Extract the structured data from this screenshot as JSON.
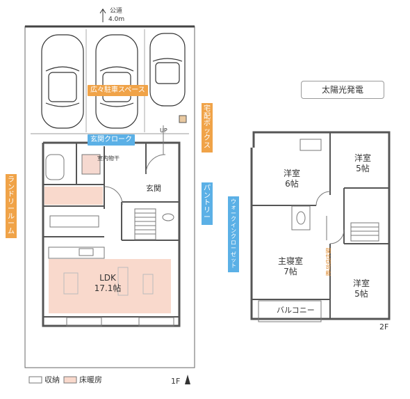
{
  "north": {
    "label": "公道",
    "width": "4.0m"
  },
  "solar_label": "太陽光発電",
  "floor1": {
    "label": "1F",
    "parking_tag": "広々駐車スペース",
    "delivery_box_tag": "宅配ボックス",
    "cloak_tag": "玄関クローク",
    "laundry_tag": "ランドリールーム",
    "pantry_tag": "パントリー",
    "walkin_tag": "ウォークインクローゼット",
    "genkan": "玄関",
    "up_label": "UP",
    "indoor_dry": "室内物干",
    "ldk_name": "LDK",
    "ldk_size": "17.1帖"
  },
  "floor2": {
    "label": "2F",
    "room_a": {
      "name": "洋室",
      "size": "6帖"
    },
    "room_b": {
      "name": "洋室",
      "size": "5帖"
    },
    "master": {
      "name": "主寝室",
      "size": "7帖"
    },
    "room_c": {
      "name": "洋室",
      "size": "5帖"
    },
    "balcony": "バルコニー",
    "partition_note": "間仕切可能"
  },
  "legend": {
    "storage": "収納",
    "floor_heating": "床暖房"
  },
  "colors": {
    "heating": "#f9d9cc",
    "blue_tag": "#5bb0e6",
    "orange_tag": "#f0a348",
    "wall": "#555555"
  }
}
